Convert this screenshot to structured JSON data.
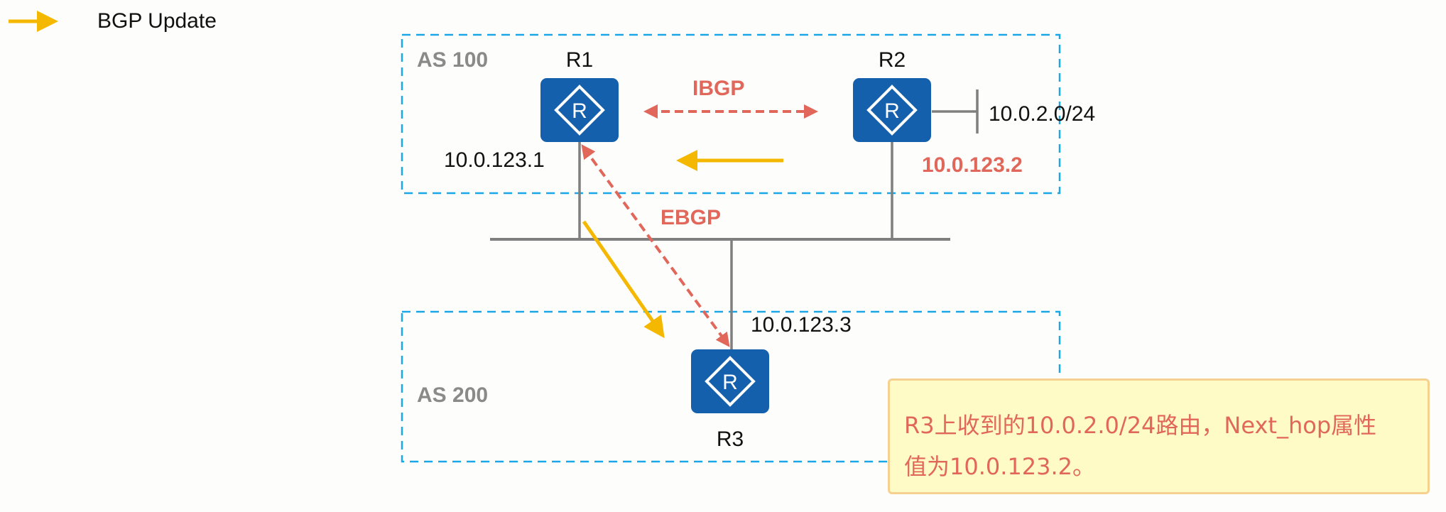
{
  "legend": {
    "arrow_icon": "yellow-right-arrow",
    "label": "BGP Update"
  },
  "colors": {
    "as_border": "#1aa7e8",
    "router_fill": "#1560ad",
    "session_red": "#e0675a",
    "update_yellow": "#f5b800",
    "link_gray": "#7f7f7f",
    "note_fill": "#fffbc6",
    "note_border": "#f6d08e"
  },
  "autonomous_systems": [
    {
      "label": "AS 100"
    },
    {
      "label": "AS 200"
    }
  ],
  "routers": [
    {
      "name": "R1",
      "icon": "router-icon"
    },
    {
      "name": "R2",
      "icon": "router-icon"
    },
    {
      "name": "R3",
      "icon": "router-icon"
    }
  ],
  "addresses": {
    "r1_interface": "10.0.123.1",
    "r2_interface": "10.0.123.2",
    "r3_interface": "10.0.123.3",
    "r2_network": "10.0.2.0/24"
  },
  "sessions": {
    "ibgp": "IBGP",
    "ebgp": "EBGP"
  },
  "note": {
    "line1": "R3上收到的10.0.2.0/24路由，Next_hop属性",
    "line2": "值为10.0.123.2。"
  }
}
